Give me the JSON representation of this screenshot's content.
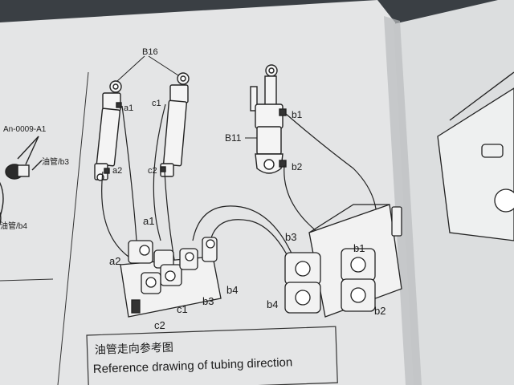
{
  "labels": {
    "b16": "B16",
    "b11": "B11",
    "part_code": "An-0009-A1",
    "oil_pipe_b3": "油管/b3",
    "oil_pipe_b4": "油管/b4",
    "cyl_a1": "a1",
    "cyl_a2": "a2",
    "cyl_c1": "c1",
    "cyl_c2": "c2",
    "cyl_b1": "b1",
    "cyl_b2": "b2",
    "valve_a1": "a1",
    "valve_a2": "a2",
    "valve_c1": "c1",
    "valve_c2": "c2",
    "valve_b3": "b3",
    "valve_b4": "b4",
    "block_b3": "b3",
    "block_b4": "b4",
    "block_b1": "b1",
    "block_b2": "b2"
  },
  "caption": {
    "chinese": "油管走向参考图",
    "english": "Reference drawing of tubing direction"
  },
  "colors": {
    "page": "#e6e7e8",
    "page_shadow": "#c9cbcd",
    "ink": "#1b1b1b",
    "background": "#3a3f44"
  }
}
